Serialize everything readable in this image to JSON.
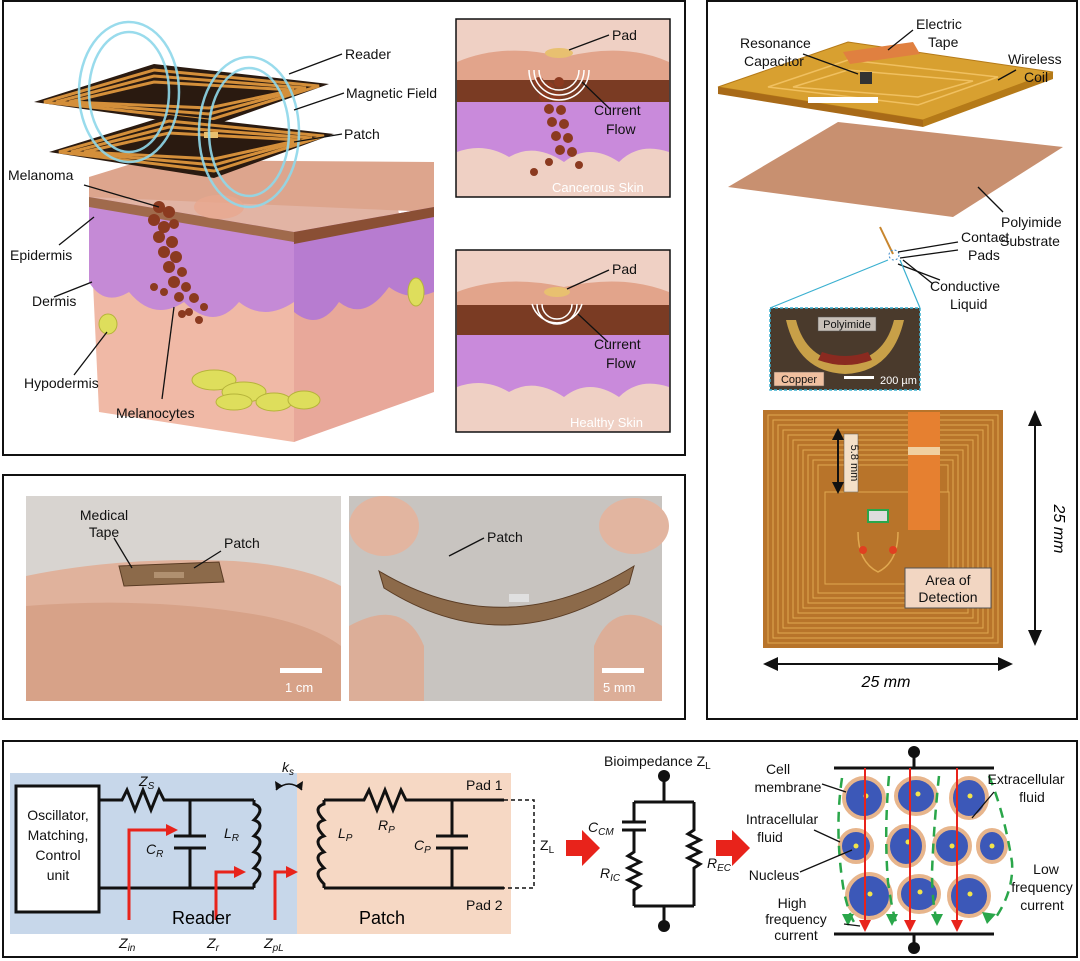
{
  "panel_a": {
    "labels": {
      "reader": "Reader",
      "magnetic_field": "Magnetic Field",
      "patch": "Patch",
      "melanoma": "Melanoma",
      "epidermis": "Epidermis",
      "dermis": "Dermis",
      "hypodermis": "Hypodermis",
      "melanocytes": "Melanocytes"
    },
    "inset_cancer": {
      "pad": "Pad",
      "current1": "Current",
      "current2": "Flow",
      "caption": "Cancerous Skin"
    },
    "inset_healthy": {
      "pad": "Pad",
      "current1": "Current",
      "current2": "Flow",
      "caption": "Healthy Skin"
    }
  },
  "panel_b": {
    "left": {
      "tape1": "Medical",
      "tape2": "Tape",
      "patch": "Patch",
      "scale": "1 cm"
    },
    "right": {
      "patch": "Patch",
      "scale": "5 mm"
    }
  },
  "panel_c": {
    "resonance1": "Resonance",
    "resonance2": "Capacitor",
    "electric1": "Electric",
    "electric2": "Tape",
    "wireless1": "Wireless",
    "wireless2": "Coil",
    "polyimide1": "Polyimide",
    "polyimide2": "Substrate",
    "contact1": "Contact",
    "contact2": "Pads",
    "conductive1": "Conductive",
    "conductive2": "Liquid",
    "micro_polyimide": "Polyimide",
    "micro_copper": "Copper",
    "micro_scale": "200 µm",
    "dim_inner": "5.8 mm",
    "area1": "Area of",
    "area2": "Detection",
    "dim_w": "25 mm",
    "dim_h": "25 mm"
  },
  "panel_d": {
    "osc1": "Oscillator,",
    "osc2": "Matching,",
    "osc3": "Control",
    "osc4": "unit",
    "zs": "Z",
    "zs_sub": "S",
    "cr": "C",
    "cr_sub": "R",
    "lr": "L",
    "lr_sub": "R",
    "ks": "k",
    "ks_sub": "s",
    "lp": "L",
    "lp_sub": "P",
    "rp": "R",
    "rp_sub": "P",
    "cp": "C",
    "cp_sub": "P",
    "pad1": "Pad 1",
    "pad2": "Pad 2",
    "zl": "Z",
    "zl_sub": "L",
    "reader": "Reader",
    "patch": "Patch",
    "zin": "Z",
    "zin_sub": "in",
    "zr": "Z",
    "zr_sub": "r",
    "zpl": "Z",
    "zpl_sub": "pL",
    "bioimp": "Bioimpedance Z",
    "bioimp_sub": "L",
    "ccm": "C",
    "ccm_sub": "CM",
    "ric": "R",
    "ric_sub": "IC",
    "rec": "R",
    "rec_sub": "EC",
    "cell_membrane1": "Cell",
    "cell_membrane2": "membrane",
    "intracellular1": "Intracellular",
    "intracellular2": "fluid",
    "nucleus": "Nucleus",
    "extracellular1": "Extracellular",
    "extracellular2": "fluid",
    "low1": "Low",
    "low2": "frequency",
    "low3": "current",
    "high1": "High",
    "high2": "frequency",
    "high3": "current"
  },
  "colors": {
    "copper": "#c8862e",
    "skin_top": "#d9a38a",
    "dermis": "#c68cd8",
    "reader_bg": "#c7d7ea",
    "patch_bg": "#f6d8c4",
    "red": "#e8231b",
    "cell_blue": "#3c58b8",
    "cell_rim": "#e7b58c",
    "green": "#2aa64a"
  }
}
